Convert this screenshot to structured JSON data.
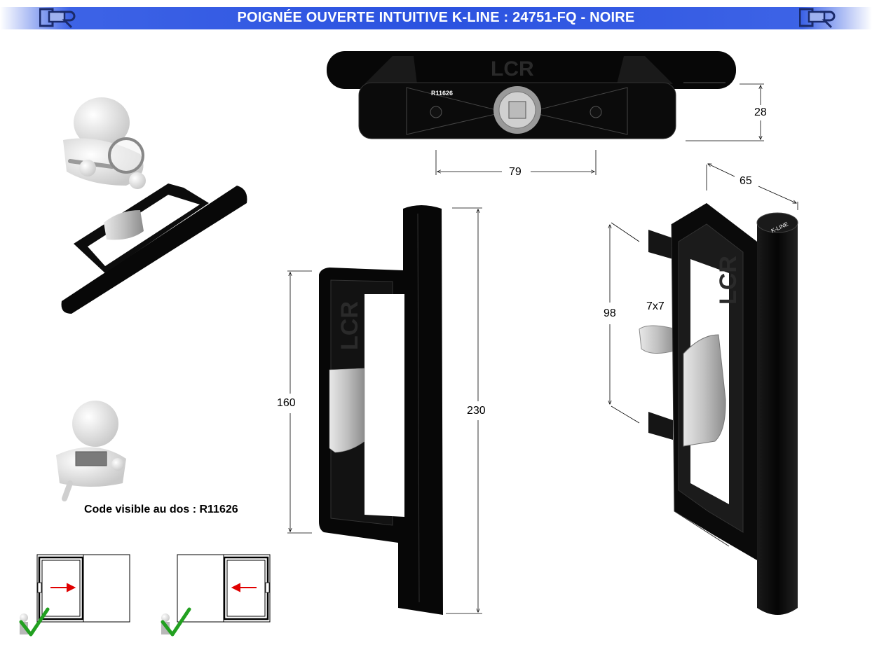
{
  "header": {
    "title": "POIGNÉE OUVERTE INTUITIVE K-LINE :  24751-FQ - NOIRE",
    "logo_text": "LCR"
  },
  "dimensions": {
    "height_top": "28",
    "width_top": "79",
    "depth": "65",
    "left_inner": "160",
    "overall": "230",
    "pin_spacing": "98",
    "square": "7x7"
  },
  "labels": {
    "code": "Code visible au dos : R11626",
    "back_code": "R11626",
    "cap_text": "K-LINE"
  },
  "colors": {
    "header_blue": "#2b52e0",
    "product_black": "#0a0a0a",
    "lever_grey": "#c8c8c8",
    "arrow_red": "#e00000",
    "check_green": "#22a020"
  }
}
